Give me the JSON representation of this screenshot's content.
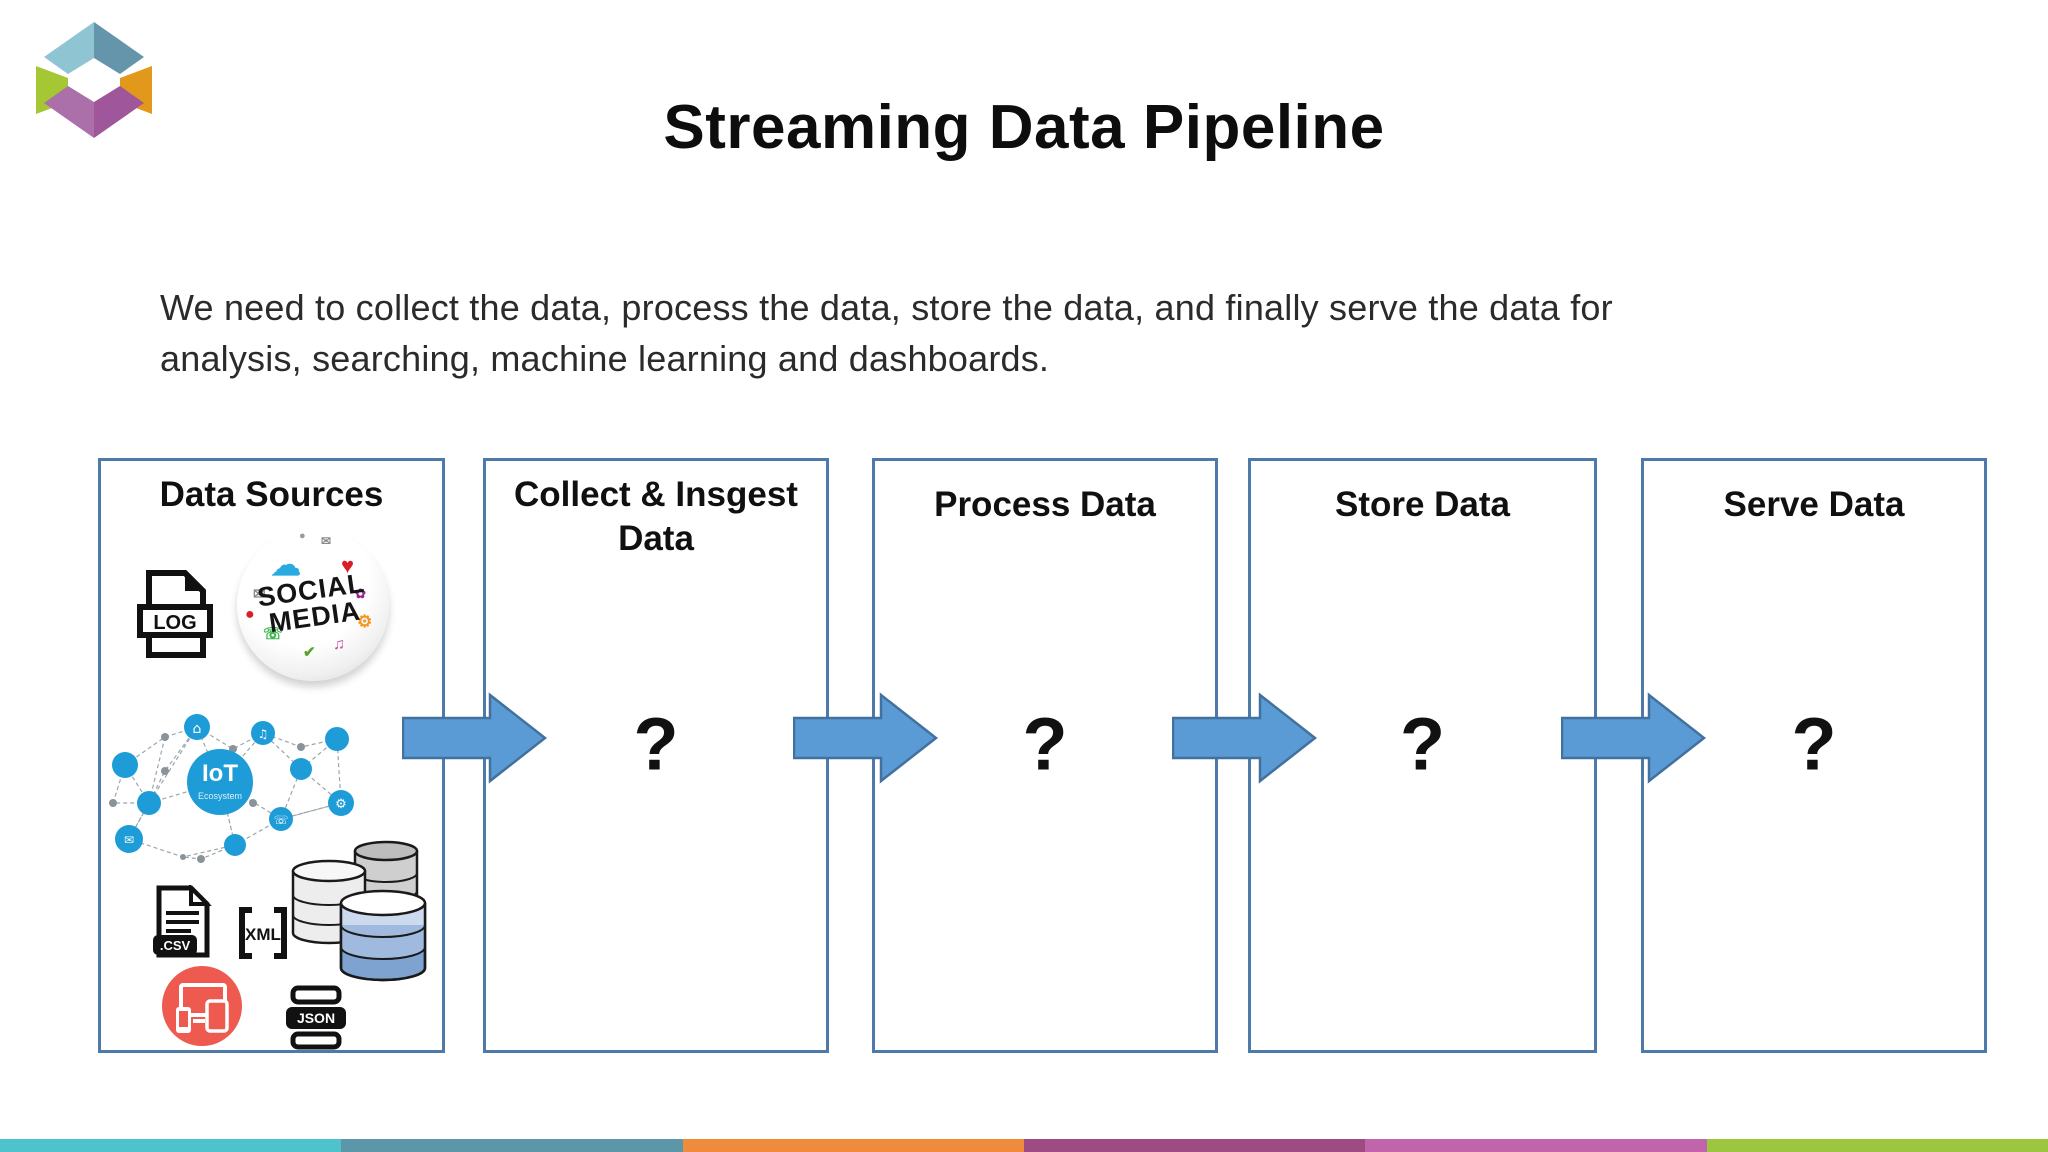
{
  "slide": {
    "title": "Streaming Data Pipeline",
    "description_lines": [
      "We need to collect the data, process the data, store the data, and finally serve the data for",
      "analysis, searching, machine learning and dashboards."
    ]
  },
  "logo": {
    "colors": {
      "top_left": "#8fc4d3",
      "top_right": "#6595aa",
      "left": "#a5c733",
      "right": "#e2981b",
      "bottom_left": "#ab70aa",
      "bottom_right": "#9f569b"
    }
  },
  "stages": [
    {
      "title": "Data Sources"
    },
    {
      "title": "Collect & Insgest Data",
      "placeholder": "?"
    },
    {
      "title": "Process Data",
      "placeholder": "?"
    },
    {
      "title": "Store Data",
      "placeholder": "?"
    },
    {
      "title": "Serve Data",
      "placeholder": "?"
    }
  ],
  "data_source_icons": {
    "log_label": "LOG",
    "social_line1": "SOCIAL",
    "social_line2": "MEDIA",
    "iot_line1": "IoT",
    "iot_line2": "Ecosystem",
    "csv_label": ".CSV",
    "xml_label": "XML",
    "json_label": "JSON"
  },
  "glyphs": {
    "cloud": "☁",
    "heart": "♥",
    "mail": "✉",
    "music": "♫",
    "gear": "⚙",
    "phone": "☏",
    "flower": "✿",
    "check": "✔",
    "dot": "●",
    "home": "⌂"
  },
  "colors": {
    "box_border": "#4e7aa9",
    "arrow_fill": "#5b9bd5",
    "arrow_stroke": "#41719c",
    "iot_blue": "#1e9cd7",
    "device_red": "#ee5a4f"
  },
  "footer_stripe": [
    "#4fc3cb",
    "#5b96a9",
    "#f08a3c",
    "#9e4b82",
    "#c264ab",
    "#9cc63f"
  ]
}
